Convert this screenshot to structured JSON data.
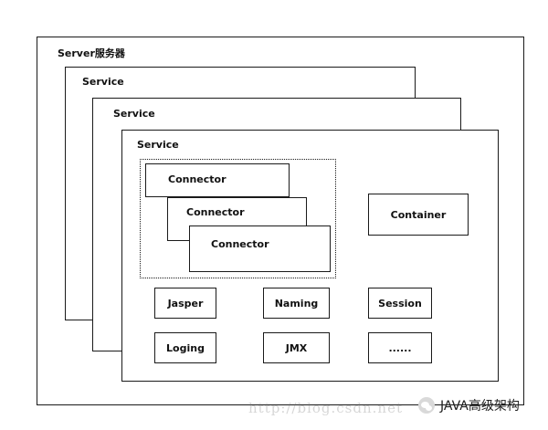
{
  "server": {
    "label": "Server服务器"
  },
  "services": [
    {
      "label": "Service"
    },
    {
      "label": "Service"
    },
    {
      "label": "Service"
    }
  ],
  "connectors": [
    {
      "label": "Connector"
    },
    {
      "label": "Connector"
    },
    {
      "label": "Connector"
    }
  ],
  "container": {
    "label": "Container"
  },
  "components": {
    "jasper": "Jasper",
    "naming": "Naming",
    "session": "Session",
    "loging": "Loging",
    "jmx": "JMX",
    "more": "......"
  },
  "watermark": {
    "url": "http://blog.csdn.net",
    "brand": "JAVA高级架构"
  }
}
